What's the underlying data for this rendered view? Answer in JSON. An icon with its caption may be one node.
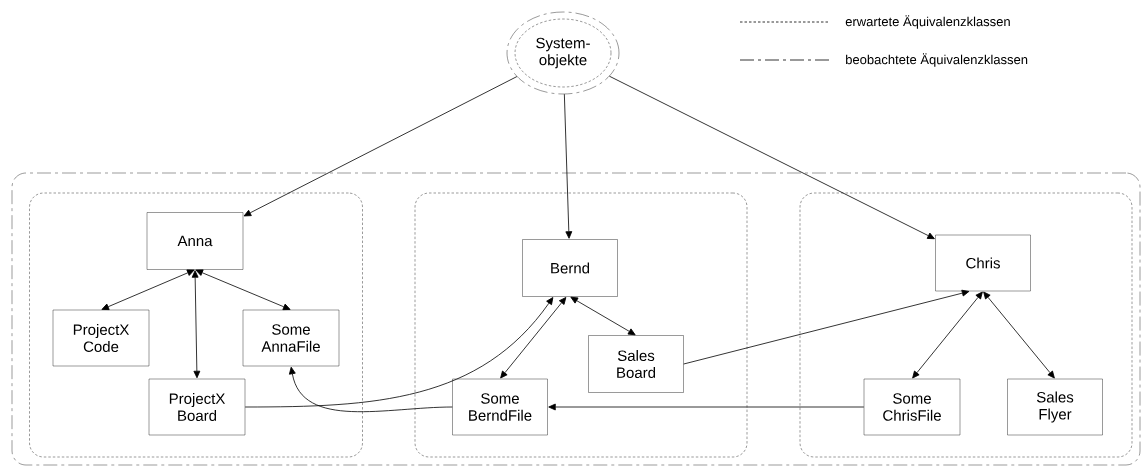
{
  "diagram": {
    "nodes": [
      {
        "text": [
          "System- objekte"
        ]
      },
      {
        "text": [],
        "shape": "box"
      },
      {
        "text": [],
        "shape": "box",
        "in": 1
      },
      {
        "text": [
          "Anna"
        ],
        "in": 2
      },
      {
        "text": [
          "ProjectX Code"
        ],
        "in": 2
      },
      {
        "text": [
          "ProjectX Board"
        ],
        "in": 2
      },
      {
        "text": [
          "Some AnnaFile"
        ],
        "in": 2
      },
      {
        "text": [],
        "shape": "box",
        "in": 1
      },
      {
        "text": [
          "Bernd"
        ],
        "in": 7
      },
      {
        "text": [
          "Some BerndFile"
        ],
        "in": 7
      },
      {
        "text": [
          "Sales Board"
        ],
        "in": 7
      },
      {
        "text": [],
        "shape": "box",
        "in": 1
      },
      {
        "text": [
          "Chris"
        ],
        "in": 11
      },
      {
        "text": [
          "Some ChrisFile"
        ],
        "in": 11
      },
      {
        "text": [
          "Sales Flyer"
        ],
        "in": 11
      }
    ],
    "edges": [
      {
        "from": 0,
        "to": 3,
        "arrow": "to"
      },
      {
        "from": 0,
        "to": 8,
        "arrow": "to"
      },
      {
        "from": 0,
        "to": 12,
        "arrow": "to"
      },
      {
        "from": 3,
        "to": 4,
        "arrow": "both"
      },
      {
        "from": 3,
        "to": 5,
        "arrow": "both"
      },
      {
        "from": 3,
        "to": 6,
        "arrow": "both"
      },
      {
        "from": 5,
        "to": 8,
        "arrow": "to"
      },
      {
        "from": 9,
        "to": 6,
        "arrow": "to"
      },
      {
        "from": 8,
        "to": 9,
        "arrow": "both"
      },
      {
        "from": 8,
        "to": 10,
        "arrow": "both"
      },
      {
        "from": 10,
        "to": 12,
        "arrow": "to"
      },
      {
        "from": 13,
        "to": 9,
        "arrow": "to"
      },
      {
        "from": 12,
        "to": 13,
        "arrow": "both"
      },
      {
        "from": 12,
        "to": 14,
        "arrow": "both"
      }
    ],
    "legend": [
      {
        "text": "erwartete Äquivalenzklassen"
      },
      {
        "text": "beobachtete Äquivalenzklassen"
      }
    ]
  }
}
